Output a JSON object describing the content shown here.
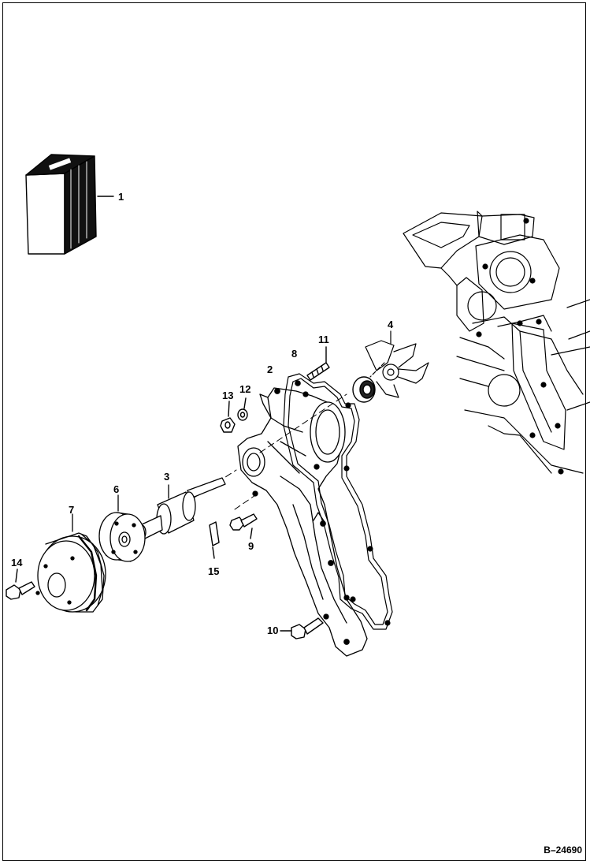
{
  "figure": {
    "reference": "B–24690"
  },
  "callouts": {
    "c1": "1",
    "c2": "2",
    "c3": "3",
    "c4": "4",
    "c6": "6",
    "c7": "7",
    "c8": "8",
    "c9": "9",
    "c10": "10",
    "c11": "11",
    "c12": "12",
    "c13": "13",
    "c14": "14",
    "c15": "15"
  },
  "colors": {
    "ink": "#000000",
    "paper": "#ffffff",
    "shade": "#e8e8e8"
  }
}
